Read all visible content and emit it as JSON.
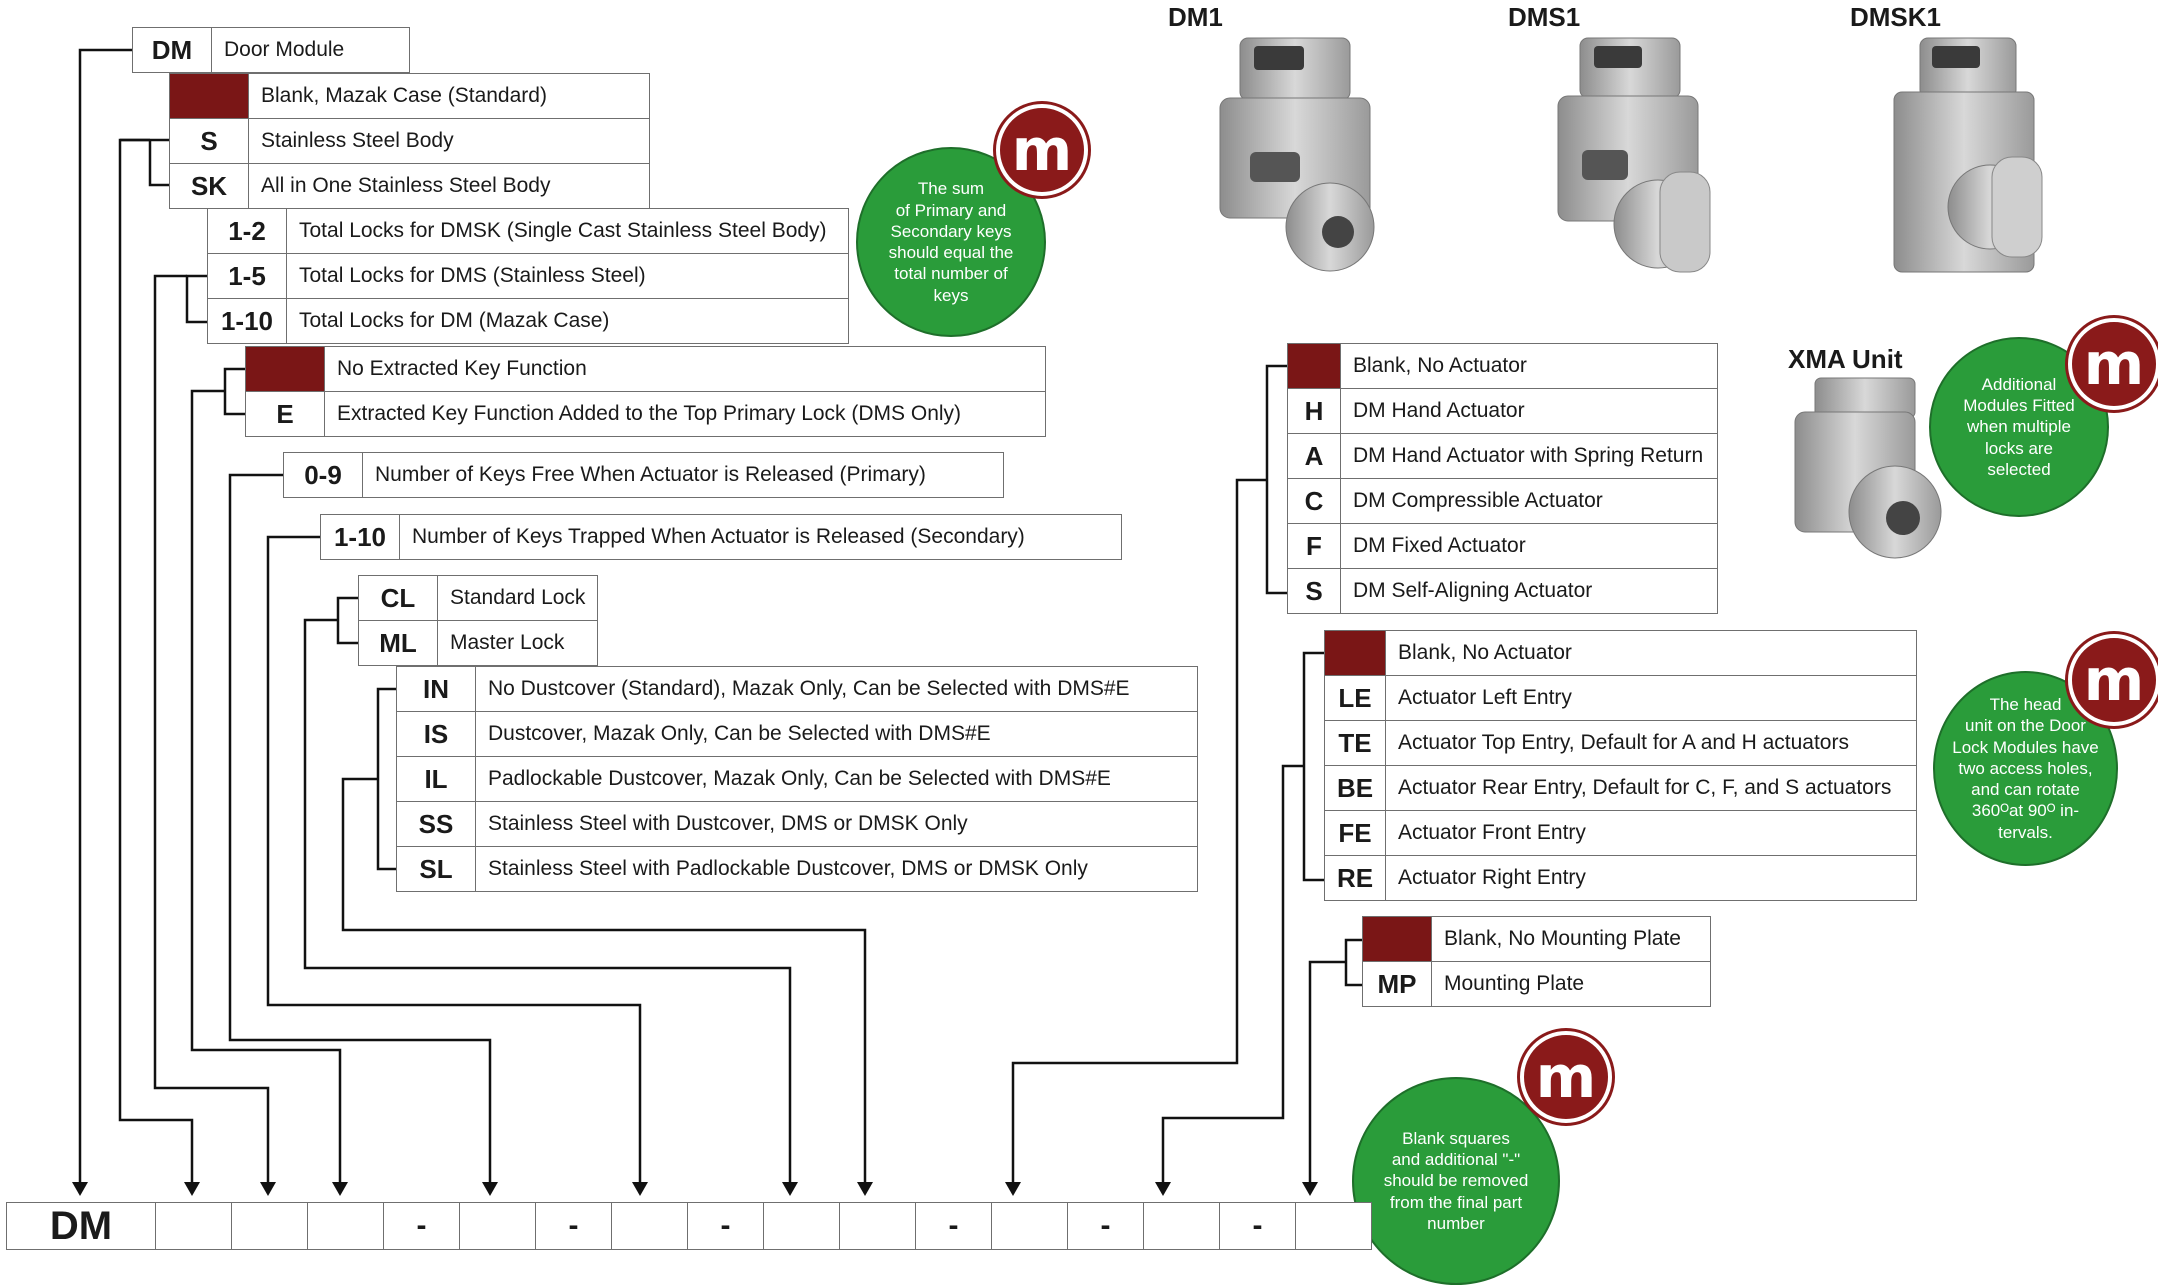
{
  "main_code": {
    "code": "DM",
    "label": "Door Module"
  },
  "body_options": [
    {
      "code": "",
      "desc": "Blank, Mazak Case (Standard)"
    },
    {
      "code": "S",
      "desc": "Stainless Steel Body"
    },
    {
      "code": "SK",
      "desc": "All in One Stainless Steel Body"
    }
  ],
  "total_locks": [
    {
      "code": "1-2",
      "desc": "Total Locks for DMSK (Single Cast Stainless Steel Body)"
    },
    {
      "code": "1-5",
      "desc": "Total Locks for DMS (Stainless Steel)"
    },
    {
      "code": "1-10",
      "desc": "Total Locks for DM (Mazak Case)"
    }
  ],
  "extracted_key": [
    {
      "code": "",
      "desc": "No Extracted Key Function"
    },
    {
      "code": "E",
      "desc": "Extracted Key Function Added to the Top Primary Lock (DMS Only)"
    }
  ],
  "keys_free": {
    "code": "0-9",
    "desc": "Number of Keys Free When Actuator is Released (Primary)"
  },
  "keys_trapped": {
    "code": "1-10",
    "desc": "Number of Keys Trapped When Actuator is Released (Secondary)"
  },
  "lock_type": [
    {
      "code": "CL",
      "desc": "Standard Lock"
    },
    {
      "code": "ML",
      "desc": "Master Lock"
    }
  ],
  "dustcover": [
    {
      "code": "IN",
      "desc": "No Dustcover (Standard), Mazak Only, Can be Selected with DMS#E"
    },
    {
      "code": "IS",
      "desc": "Dustcover, Mazak Only, Can be Selected with DMS#E"
    },
    {
      "code": "IL",
      "desc": "Padlockable Dustcover, Mazak Only, Can be Selected with DMS#E"
    },
    {
      "code": "SS",
      "desc": "Stainless Steel with Dustcover, DMS or DMSK Only"
    },
    {
      "code": "SL",
      "desc": "Stainless Steel with Padlockable Dustcover, DMS or DMSK Only"
    }
  ],
  "actuator": [
    {
      "code": "",
      "desc": "Blank, No Actuator"
    },
    {
      "code": "H",
      "desc": "DM Hand Actuator"
    },
    {
      "code": "A",
      "desc": "DM Hand Actuator with Spring Return"
    },
    {
      "code": "C",
      "desc": "DM Compressible Actuator"
    },
    {
      "code": "F",
      "desc": "DM Fixed Actuator"
    },
    {
      "code": "S",
      "desc": "DM Self-Aligning Actuator"
    }
  ],
  "actuator_entry": [
    {
      "code": "",
      "desc": "Blank, No Actuator"
    },
    {
      "code": "LE",
      "desc": "Actuator Left Entry"
    },
    {
      "code": "TE",
      "desc": "Actuator Top Entry, Default for A and H actuators"
    },
    {
      "code": "BE",
      "desc": "Actuator Rear Entry, Default for C, F, and S actuators"
    },
    {
      "code": "FE",
      "desc": "Actuator Front Entry"
    },
    {
      "code": "RE",
      "desc": "Actuator Right Entry"
    }
  ],
  "mounting": [
    {
      "code": "",
      "desc": "Blank, No Mounting Plate"
    },
    {
      "code": "MP",
      "desc": "Mounting Plate"
    }
  ],
  "photos": {
    "dm1": "DM1",
    "dms1": "DMS1",
    "dmsk1": "DMSK1",
    "xma": "XMA Unit"
  },
  "notes": {
    "sum_keys": [
      "The sum",
      "of Primary and",
      "Secondary keys",
      "should equal the",
      "total number of",
      "keys"
    ],
    "additional_modules": [
      "Additional",
      "Modules Fitted",
      "when multiple",
      "locks are",
      "selected"
    ],
    "head_unit": [
      "The head",
      "unit on the Door",
      "Lock Modules have",
      "two access holes,",
      "and can rotate",
      "360ᴼat 90ᴼ in-",
      "tervals."
    ],
    "blank_squares": [
      "Blank squares",
      "and additional \"-\"",
      "should be removed",
      "from the final part",
      "number"
    ]
  },
  "badge_letter": "m",
  "part_number": [
    "DM",
    "",
    "",
    "",
    "-",
    "",
    "-",
    "",
    "-",
    "",
    "",
    "-",
    "",
    "-",
    "",
    "-",
    ""
  ],
  "colors": {
    "blank_swatch": "#7a1616",
    "note_green": "#2a9c3a",
    "badge_red": "#8a1a1a"
  }
}
